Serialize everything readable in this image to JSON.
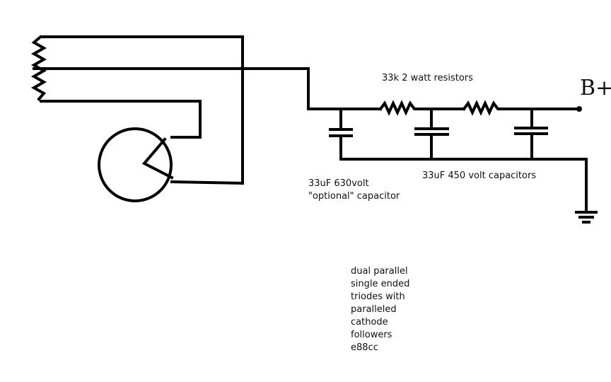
{
  "labels": {
    "resistors": "33k 2 watt resistors",
    "caps_450": "33uF 450 volt capacitors",
    "cap_630_line1": "33uF 630volt",
    "cap_630_line2": "\"optional\" capacitor",
    "b_plus": "B+",
    "notes": [
      "dual parallel",
      "single ended",
      "triodes with",
      "paralleled",
      "cathode",
      "followers",
      "e88cc"
    ]
  },
  "colors": {
    "wire": "#000000",
    "background": "#ffffff"
  }
}
